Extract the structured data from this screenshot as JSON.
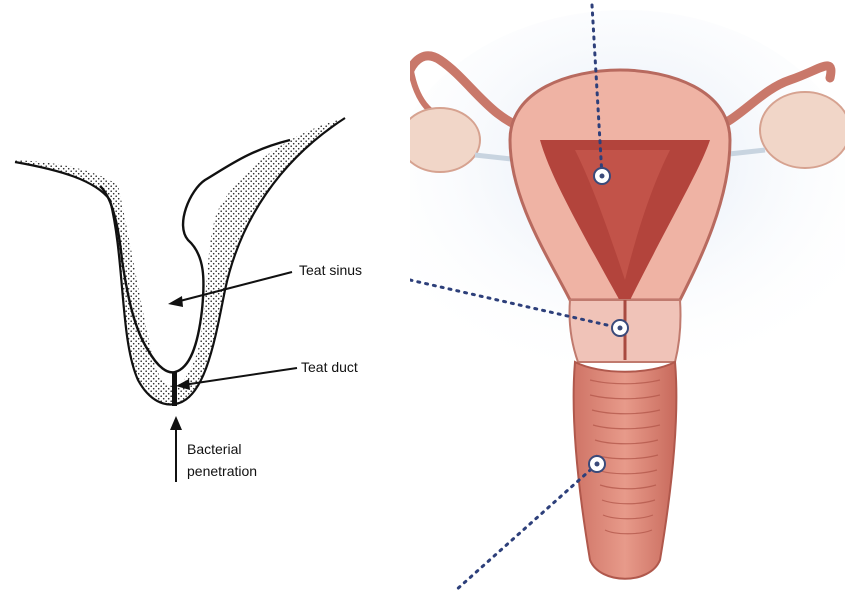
{
  "left_diagram": {
    "labels": {
      "teat_sinus": "Teat sinus",
      "teat_duct": "Teat duct",
      "bacterial_line1": "Bacterial",
      "bacterial_line2": "penetration"
    },
    "colors": {
      "line": "#111111",
      "stipple": "#2a2a2a"
    }
  },
  "right_illustration": {
    "colors": {
      "background": "#ffffff",
      "haze": "#dfe8f5",
      "tissue": "#e8a89a",
      "tissue_light": "#f3c9bd",
      "cavity": "#b3443c",
      "outline": "#b86a5f",
      "marker_ring": "#3a4a7a",
      "dots": "#2d3f7a"
    },
    "markers": [
      "uterus-pointer",
      "cervix-pointer",
      "vagina-pointer"
    ]
  }
}
